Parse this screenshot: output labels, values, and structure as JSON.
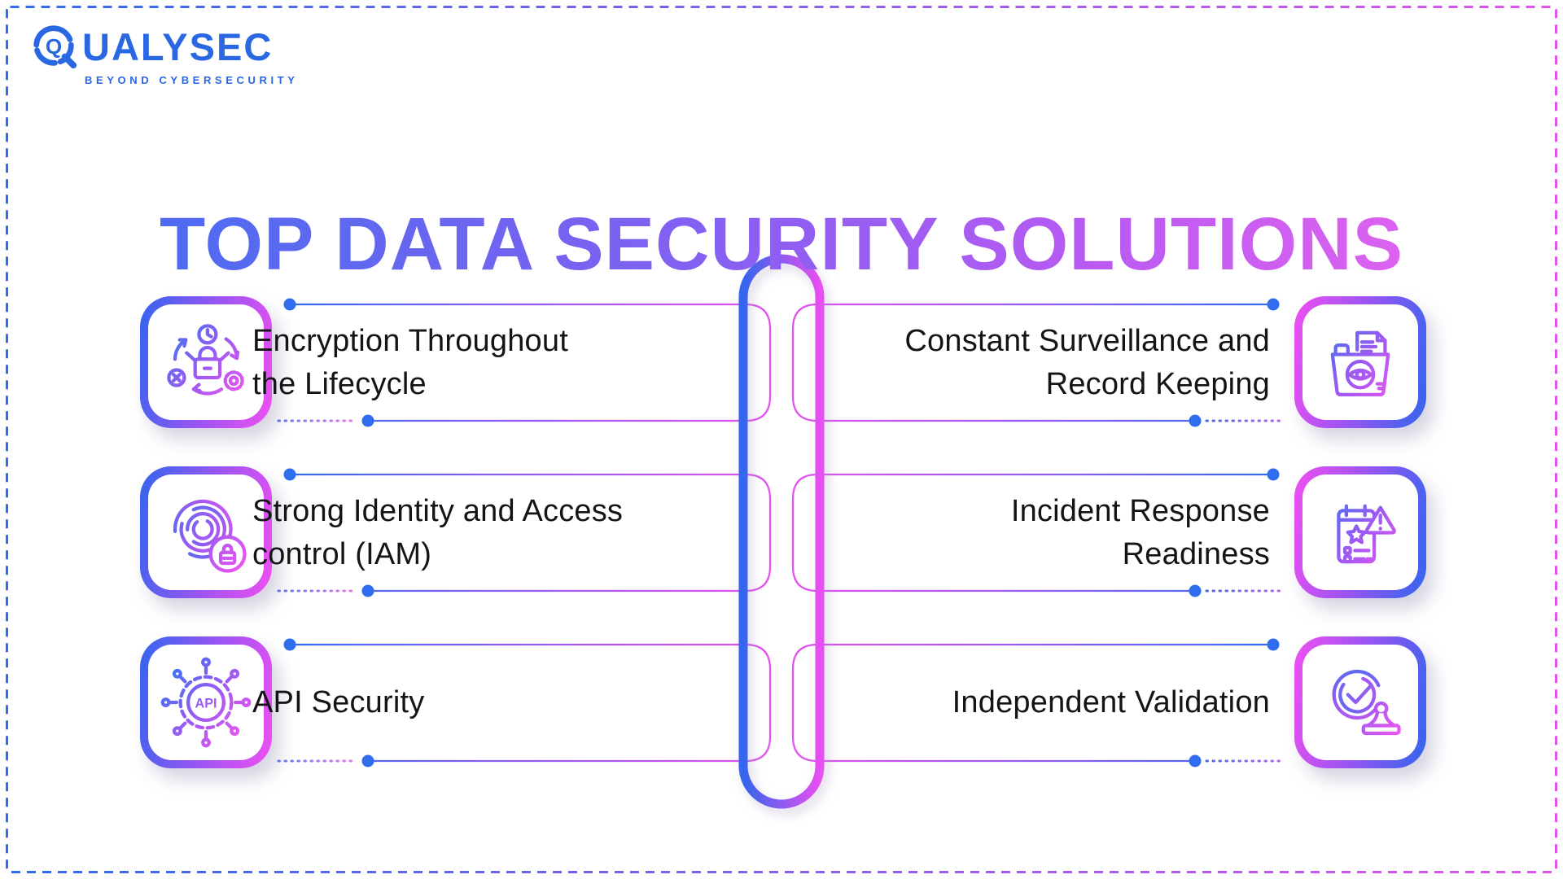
{
  "logo": {
    "brand": "QUALYSEC",
    "brand_mark": "Q",
    "brand_rest": "UALYSEC",
    "tagline": "BEYOND CYBERSECURITY",
    "color": "#2a67e3"
  },
  "title": {
    "text": "TOP DATA SECURITY SOLUTIONS"
  },
  "items": [
    {
      "side": "left",
      "row": 1,
      "icon": "encryption-lifecycle-icon",
      "title": "Encryption Throughout\nthe Lifecycle"
    },
    {
      "side": "right",
      "row": 1,
      "icon": "surveillance-records-icon",
      "title": "Constant Surveillance and\nRecord Keeping"
    },
    {
      "side": "left",
      "row": 2,
      "icon": "identity-access-fingerprint-icon",
      "title": "Strong Identity and Access\ncontrol (IAM)"
    },
    {
      "side": "right",
      "row": 2,
      "icon": "incident-response-icon",
      "title": "Incident Response\nReadiness"
    },
    {
      "side": "left",
      "row": 3,
      "icon": "api-security-icon",
      "title": "API Security",
      "api_label": "API"
    },
    {
      "side": "right",
      "row": 3,
      "icon": "independent-validation-icon",
      "title": "Independent Validation"
    }
  ],
  "colors": {
    "accent_blue": "#2f6cee",
    "accent_purple": "#8a5cf0",
    "accent_pink": "#e44ff0",
    "logo_blue": "#2a67e3",
    "text": "#141414",
    "title_gradient": [
      "#3f6ef2",
      "#8a5ff2",
      "#ee66ee"
    ],
    "border_gradient": [
      "#2f6cee",
      "#e254ec"
    ]
  }
}
